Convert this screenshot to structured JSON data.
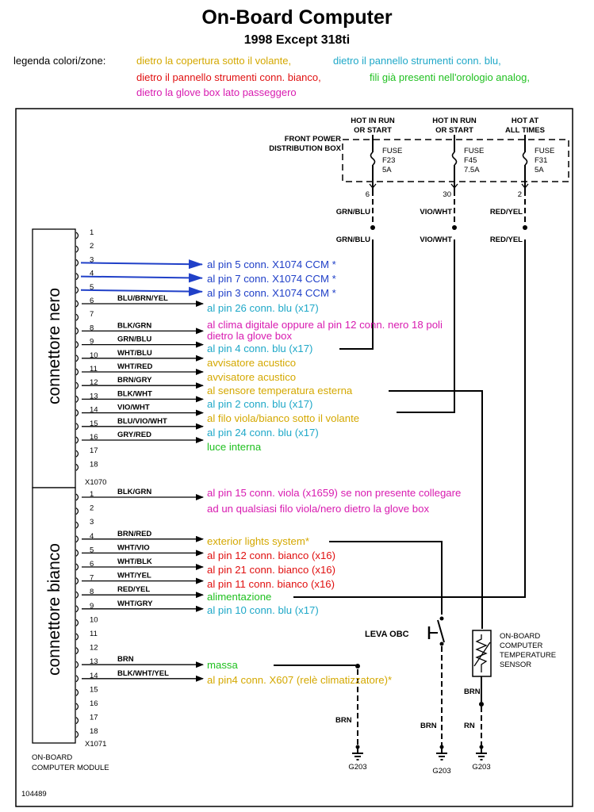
{
  "title": "On-Board Computer",
  "subtitle": "1998 Except 318ti",
  "legend": {
    "label": "legenda colori/zone:",
    "zone_volante": "dietro la copertura sotto il volante,",
    "zone_blu": "dietro il pannello strumenti conn. blu,",
    "zone_bianco": "dietro il pannello strumenti conn. bianco,",
    "zone_orologio": "fili già presenti nell'orologio analog,",
    "zone_glovebox": "dietro la glove box lato passeggero"
  },
  "colors": {
    "volante": "#d4a800",
    "blu": "#1fa8c8",
    "bianco": "#e01010",
    "orologio": "#20c020",
    "glovebox": "#d81bb0",
    "ccm": "#2040c8"
  },
  "power": {
    "box_label": [
      "FRONT POWER",
      "DISTRIBUTION BOX"
    ],
    "columns": [
      {
        "header": [
          "HOT IN RUN",
          "OR START"
        ],
        "fuse": [
          "FUSE",
          "F23",
          "5A"
        ],
        "pin": "6",
        "wire1": "GRN/BLU",
        "wire2": "GRN/BLU"
      },
      {
        "header": [
          "HOT IN RUN",
          "OR START"
        ],
        "fuse": [
          "FUSE",
          "F45",
          "7.5A"
        ],
        "pin": "30",
        "wire1": "VIO/WHT",
        "wire2": "VIO/WHT"
      },
      {
        "header": [
          "HOT AT",
          "ALL TIMES"
        ],
        "fuse": [
          "FUSE",
          "F31",
          "5A"
        ],
        "pin": "2",
        "wire1": "RED/YEL",
        "wire2": "RED/YEL"
      }
    ]
  },
  "connectors": {
    "nero_label": "connettore nero",
    "bianco_label": "connettore bianco",
    "x1070": "X1070",
    "x1071": "X1071",
    "module_label": [
      "ON-BOARD",
      "COMPUTER MODULE"
    ],
    "nero_pins": [
      {
        "pin": "1",
        "wire": ""
      },
      {
        "pin": "2",
        "wire": ""
      },
      {
        "pin": "3",
        "wire": ""
      },
      {
        "pin": "4",
        "wire": ""
      },
      {
        "pin": "5",
        "wire": ""
      },
      {
        "pin": "6",
        "wire": "BLU/BRN/YEL"
      },
      {
        "pin": "7",
        "wire": ""
      },
      {
        "pin": "8",
        "wire": "BLK/GRN"
      },
      {
        "pin": "9",
        "wire": "GRN/BLU"
      },
      {
        "pin": "10",
        "wire": "WHT/BLU"
      },
      {
        "pin": "11",
        "wire": "WHT/RED"
      },
      {
        "pin": "12",
        "wire": "BRN/GRY"
      },
      {
        "pin": "13",
        "wire": "BLK/WHT"
      },
      {
        "pin": "14",
        "wire": "VIO/WHT"
      },
      {
        "pin": "15",
        "wire": "BLU/VIO/WHT"
      },
      {
        "pin": "16",
        "wire": "GRY/RED"
      },
      {
        "pin": "17",
        "wire": ""
      },
      {
        "pin": "18",
        "wire": ""
      }
    ],
    "bianco_pins": [
      {
        "pin": "1",
        "wire": "BLK/GRN"
      },
      {
        "pin": "2",
        "wire": ""
      },
      {
        "pin": "3",
        "wire": ""
      },
      {
        "pin": "4",
        "wire": "BRN/RED"
      },
      {
        "pin": "5",
        "wire": "WHT/VIO"
      },
      {
        "pin": "6",
        "wire": "WHT/BLK"
      },
      {
        "pin": "7",
        "wire": "WHT/YEL"
      },
      {
        "pin": "8",
        "wire": "RED/YEL"
      },
      {
        "pin": "9",
        "wire": "WHT/GRY"
      },
      {
        "pin": "10",
        "wire": ""
      },
      {
        "pin": "11",
        "wire": ""
      },
      {
        "pin": "12",
        "wire": ""
      },
      {
        "pin": "13",
        "wire": "BRN"
      },
      {
        "pin": "14",
        "wire": "BLK/WHT/YEL"
      },
      {
        "pin": "15",
        "wire": ""
      },
      {
        "pin": "16",
        "wire": ""
      },
      {
        "pin": "17",
        "wire": ""
      },
      {
        "pin": "18",
        "wire": ""
      }
    ]
  },
  "destinations": {
    "n3": "al pin 5 conn. X1074 CCM *",
    "n4": "al pin 7 conn. X1074 CCM *",
    "n5": "al pin 3 conn. X1074 CCM *",
    "n6": "al pin 26 conn. blu (x17)",
    "n8a": "al clima digitale oppure al pin 12 conn. nero 18 poli",
    "n8b": "dietro la glove box",
    "n9": "al pin 4 conn. blu (x17)",
    "n10": "avvisatore acustico",
    "n11": "avvisatore acustico",
    "n12": "al sensore temperatura esterna",
    "n13": "al pin 2 conn. blu (x17)",
    "n14": "al filo viola/bianco sotto il volante",
    "n15": "al pin 24 conn. blu (x17)",
    "n16": "luce interna",
    "b1a": "al pin 15 conn. viola (x1659) se non presente collegare",
    "b1b": "ad un qualsiasi filo viola/nero dietro la glove box",
    "b4": "exterior lights system*",
    "b5": "al pin 12 conn. bianco (x16)",
    "b6": "al pin 21 conn. bianco (x16)",
    "b7": "al pin 11 conn. bianco (x16)",
    "b8": "alimentazione",
    "b9": "al pin 10 conn. blu (x17)",
    "b13": "massa",
    "b14": "al pin4 conn. X607 (relè climatizzatore)*"
  },
  "components": {
    "leva": "LEVA OBC",
    "sensor": [
      "ON-BOARD",
      "COMPUTER",
      "TEMPERATURE",
      "SENSOR"
    ],
    "grounds": [
      "G203",
      "G203",
      "G203"
    ],
    "ground_wires": [
      "BRN",
      "BRN",
      "BRN",
      "BRN"
    ],
    "sensor_brn": "BRN",
    "sensor_rn": "RN",
    "fig_number": "104489"
  }
}
